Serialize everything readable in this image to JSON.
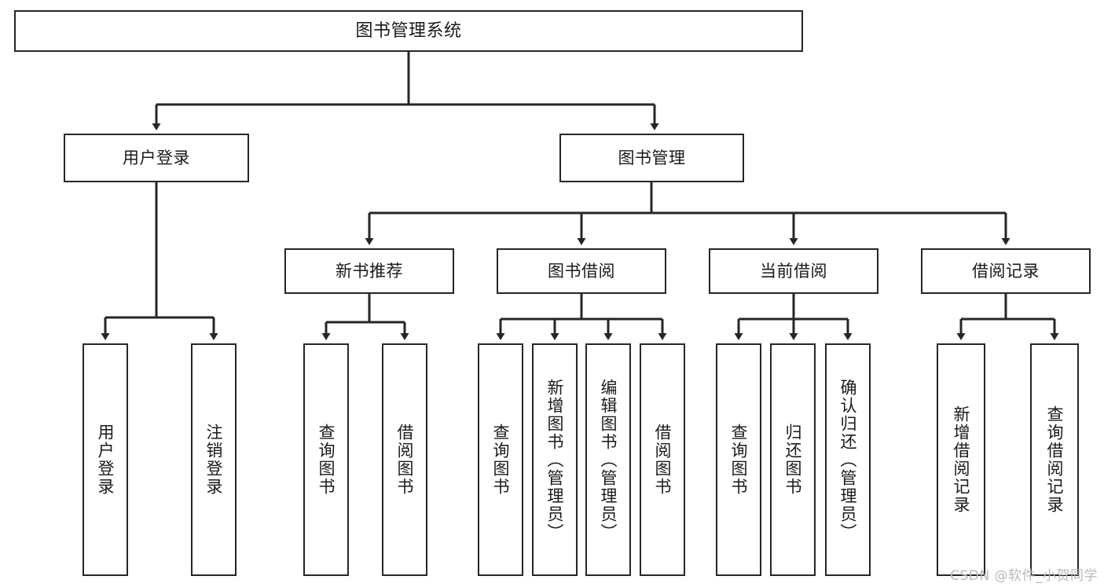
{
  "diagram": {
    "title": "图书管理系统",
    "type": "tree-hierarchy",
    "root": {
      "label": "图书管理系统"
    },
    "level2": [
      {
        "label": "用户登录"
      },
      {
        "label": "图书管理"
      }
    ],
    "level3": [
      {
        "label": "新书推荐"
      },
      {
        "label": "图书借阅"
      },
      {
        "label": "当前借阅"
      },
      {
        "label": "借阅记录"
      }
    ],
    "leaves": {
      "user_login": [
        {
          "label": "用户登录"
        },
        {
          "label": "注销登录"
        }
      ],
      "new_book_recommend": [
        {
          "label": "查询图书"
        },
        {
          "label": "借阅图书"
        }
      ],
      "book_borrow": [
        {
          "label": "查询图书"
        },
        {
          "label": "新增图书（管理员）"
        },
        {
          "label": "编辑图书（管理员）"
        },
        {
          "label": "借阅图书"
        }
      ],
      "current_borrow": [
        {
          "label": "查询图书"
        },
        {
          "label": "归还图书"
        },
        {
          "label": "确认归还（管理员）"
        }
      ],
      "borrow_record": [
        {
          "label": "新增借阅记录"
        },
        {
          "label": "查询借阅记录"
        }
      ]
    }
  },
  "watermark": {
    "text": "CSDN @软件_小贺同学"
  },
  "colors": {
    "box_border": "#262626",
    "box_fill": "#ffffff",
    "text": "#1a1a1a",
    "edge": "#262626",
    "watermark": "#b9b9b9",
    "background": "#ffffff"
  }
}
